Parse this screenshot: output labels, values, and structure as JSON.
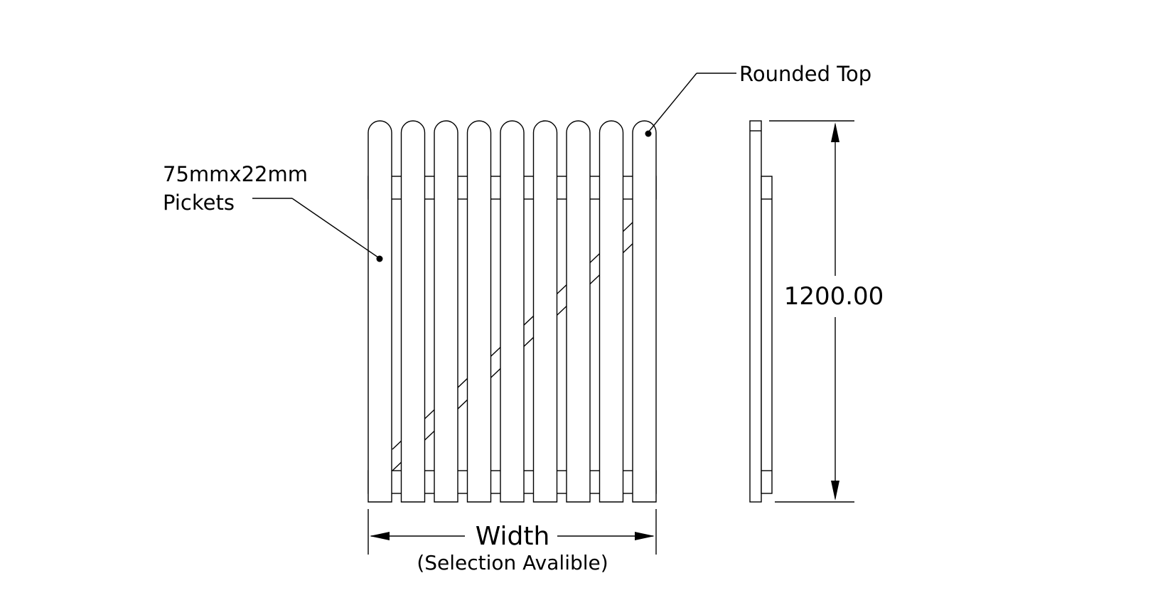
{
  "annotations": {
    "rounded_top": "Rounded Top",
    "pickets_size": "75mmx22mm",
    "pickets_label": "Pickets"
  },
  "dimensions": {
    "height": "1200.00",
    "width": "Width",
    "width_note": "(Selection Avalible)"
  },
  "gate": {
    "picket_count": 9
  }
}
